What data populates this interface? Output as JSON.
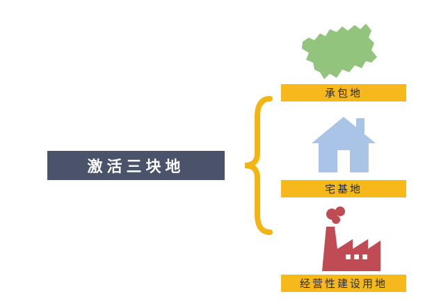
{
  "main": {
    "label": "激活三块地",
    "color": "#4a5369"
  },
  "brace_color": "#f2b515",
  "bar_color": "#f6b81a",
  "items": [
    {
      "label": "承包地",
      "icon": "farmland-map-icon",
      "icon_color": "#93c47d"
    },
    {
      "label": "宅基地",
      "icon": "house-icon",
      "icon_color": "#a9c4e6"
    },
    {
      "label": "经营性建设用地",
      "icon": "factory-icon",
      "icon_color": "#bf4b55"
    }
  ]
}
